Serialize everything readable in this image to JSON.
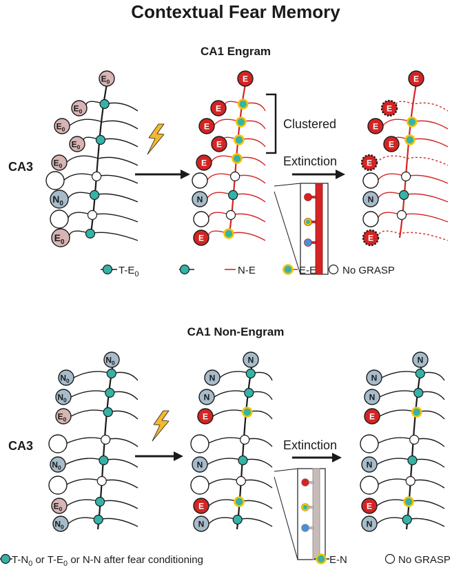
{
  "title": "Contextual Fear Memory",
  "colors": {
    "teal": "#34b3a6",
    "red": "#d42424",
    "pink": "#d8b4b4",
    "gray": "#a7bccb",
    "yellow": "#f5c200",
    "line": "#1a1a1a",
    "dendrite_gray": "#c7bcba",
    "bolt": "#f5b82e"
  },
  "engram": {
    "title": "CA1 Engram",
    "region_label": "CA3",
    "clustered_label": "Clustered",
    "extinction_label": "Extinction",
    "legend": {
      "t_e0_prefix": "T-E",
      "t_e0_sub": "0",
      "n_e": "N-E",
      "e_e": "E-E",
      "no_grasp": "No GRASP"
    }
  },
  "non_engram": {
    "title": "CA1 Non-Engram",
    "region_label": "CA3",
    "extinction_label": "Extinction",
    "legend": {
      "part1_prefix": "T-N",
      "part1_sub": "0",
      "part2_prefix": " or T-E",
      "part2_sub": "0",
      "part3": " or N-N after fear conditioning",
      "e_n": "E-N",
      "no_grasp": "No GRASP"
    }
  },
  "neuron_labels": {
    "e0_main": "E",
    "n0_main": "N",
    "zero_sub": "0",
    "e": "E",
    "n": "N"
  }
}
